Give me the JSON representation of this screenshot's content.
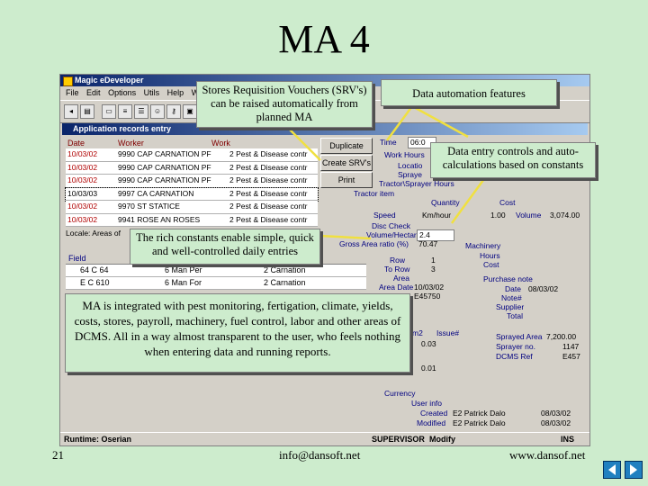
{
  "slide": {
    "title": "MA 4",
    "page_number": "21",
    "email": "info@dansoft.net",
    "website": "www.dansof.net"
  },
  "app": {
    "window_title": "Magic eDeveloper",
    "menu": [
      "File",
      "Edit",
      "Options",
      "Utils",
      "Help",
      "WO"
    ],
    "child_title": "Application records entry",
    "grid_headers": {
      "date": "Date",
      "worker": "Worker",
      "work": "Work"
    },
    "grid_rows": [
      {
        "date": "10/03/02",
        "worker": "9990 CAP CARNATION PF",
        "work": "2 Pest & Disease contr"
      },
      {
        "date": "10/03/02",
        "worker": "9990 CAP CARNATION PF",
        "work": "2 Pest & Disease contr"
      },
      {
        "date": "10/03/02",
        "worker": "9990 CAP CARNATION PF",
        "work": "2 Pest & Disease contr"
      },
      {
        "date": "10/03/03",
        "worker": "9997 CA CARNATION",
        "work": "2 Pest & Disease contr"
      },
      {
        "date": "10/03/02",
        "worker": "9970 ST STATICE",
        "work": "2 Pest & Disease contr"
      },
      {
        "date": "10/03/02",
        "worker": "9941 ROSE AN ROSES",
        "work": "2 Pest & Disease contr"
      }
    ],
    "buttons": {
      "duplicate": "Duplicate",
      "create_srv": "Create SRV's",
      "print": "Print"
    },
    "fields": {
      "time_label": "Time",
      "time_value": "06:0",
      "work_hours": "Work Hours",
      "location": "Locatio",
      "sprayer": "Spraye",
      "tractor_sprayer_hours": "Tractor\\Sprayer Hours",
      "tractor_item": "Tractor item",
      "quantity": "Quantity",
      "cost": "Cost",
      "speed": "Speed",
      "speed_unit": "Km/hour",
      "speed_value": "1.00",
      "volume": "Volume",
      "volume_value": "3,074.00",
      "disc_check": "Disc Check",
      "volume_hectare": "Volume/Hectare",
      "volume_hectare_value": "2.4",
      "gross_area_ratio": "Gross Area ratio (%)",
      "gross_area_ratio_value": "70.47",
      "row1_label": "Row",
      "row1_value": "1",
      "row2_label": "To Row",
      "row2_value": "3",
      "area": "Area",
      "area_date": "Area Date",
      "area_date_value": "10/03/02",
      "code_value": "E45750",
      "machinery": "Machinery",
      "hours": "Hours",
      "machinery_cost": "Cost"
    },
    "locale_label": "Locale: Areas of",
    "subgrid": {
      "field_header": "Field",
      "rows": [
        {
          "field": "64 C 64",
          "mix": "6 Man Per",
          "sub": "2 Carnation"
        },
        {
          "field": "E C 610",
          "mix": "6 Man For",
          "sub": "2 Carnation"
        }
      ]
    },
    "purchase": {
      "title": "Purchase note",
      "date_label": "Date",
      "date_value": "08/03/02",
      "note_label": "Note#",
      "supplier_label": "Supplier",
      "total_label": "Total"
    },
    "lower": {
      "m2_label": "m2",
      "issue_label": "Issue#",
      "val1": "0.03",
      "val2": "0.01",
      "currency_label": "Currency",
      "sprayed_area_label": "Sprayed Area",
      "sprayed_area_value": "7,200.00",
      "sprayer_no_label": "Sprayer no.",
      "sprayer_no_value": "1147",
      "dcms_ref_label": "DCMS Ref",
      "dcms_ref_value": "E457"
    },
    "user_info": {
      "title": "User info",
      "created_label": "Created",
      "created_user": "E2 Patrick Dalo",
      "created_date": "08/03/02",
      "modified_label": "Modified",
      "modified_user": "E2 Patrick Dalo",
      "modified_date": "08/03/02"
    },
    "status": {
      "runtime": "Runtime: Oserian",
      "user": "SUPERVISOR",
      "mode": "Modify",
      "ins": "INS"
    }
  },
  "callouts": {
    "srv": "Stores Requisition Vouchers (SRV's) can be raised automatically from planned MA",
    "automation": "Data automation features",
    "entry_controls": "Data entry controls and auto-calculations based on constants",
    "constants": "The rich constants enable simple, quick and well-controlled daily entries",
    "integration": "MA is integrated with pest monitoring, fertigation, climate, yields, costs, stores, payroll, machinery, fuel control, labor and other areas of DCMS. All in a way almost transparent to the user, who feels nothing when entering data and running reports."
  },
  "colors": {
    "background": "#cdeccd",
    "arrow": "#f0e040",
    "title_bar": "#0a246a",
    "nav_button": "#2080c0"
  }
}
